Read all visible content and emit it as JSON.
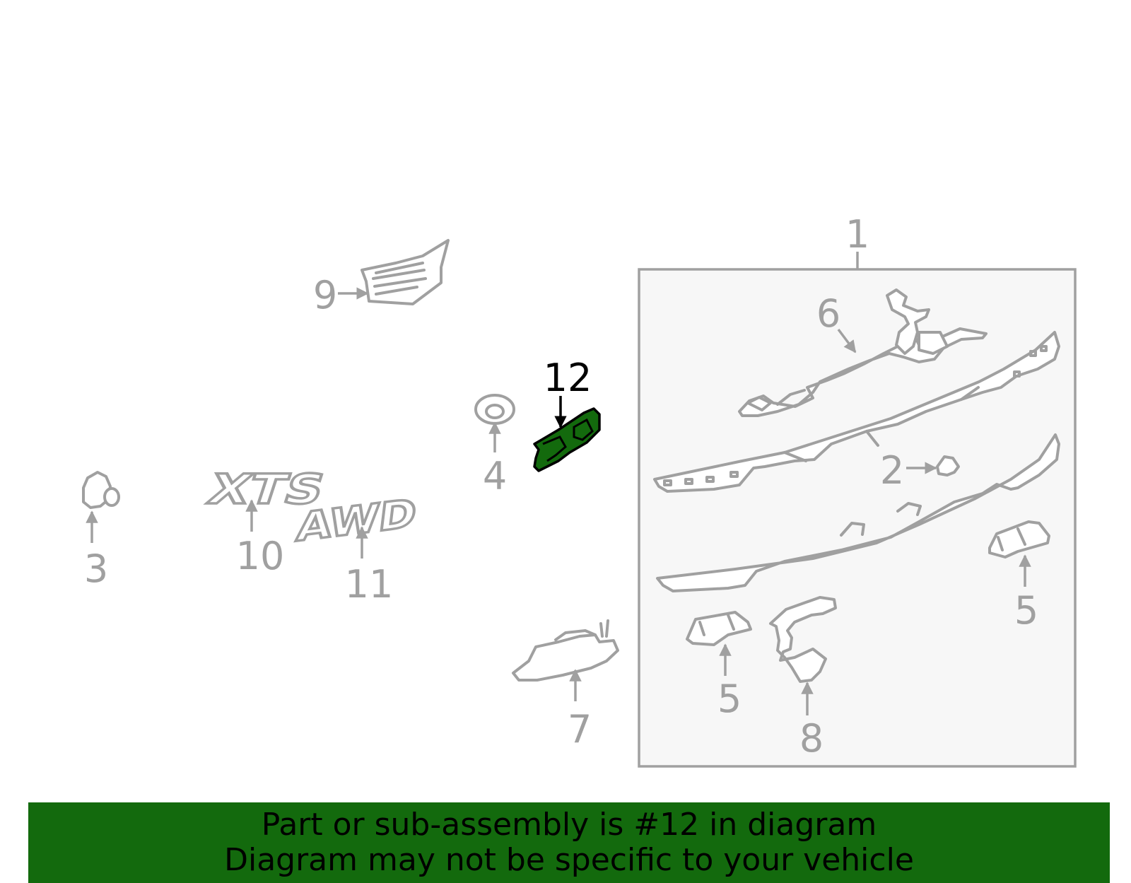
{
  "callouts": {
    "c1": "1",
    "c2": "2",
    "c3": "3",
    "c4": "4",
    "c5a": "5",
    "c5b": "5",
    "c6": "6",
    "c7": "7",
    "c8": "8",
    "c9": "9",
    "c10": "10",
    "c11": "11",
    "c12": "12"
  },
  "highlighted_part": "12",
  "colors": {
    "highlight": "#136a0d",
    "outline": "#a0a0a0",
    "banner": "#136a0d"
  },
  "banner": {
    "line1": "Part or sub-assembly is #12 in diagram",
    "line2": "Diagram may not be specific to your vehicle"
  }
}
